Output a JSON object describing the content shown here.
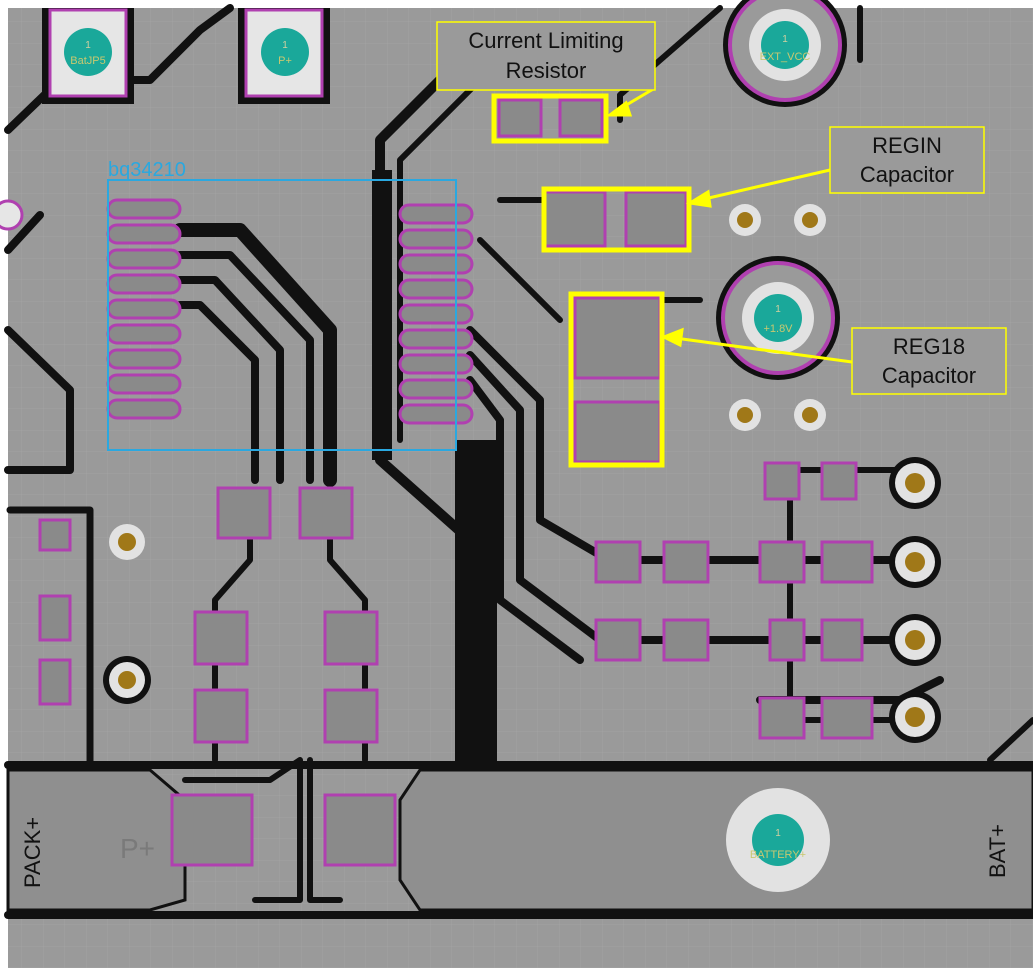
{
  "colors": {
    "board": "#9a9a9a",
    "copper_gap": "#111111",
    "pad": "#8f8f8f",
    "pad_outline": "#b040b0",
    "via_ring": "#e2e2e2",
    "via_hole": "#a07818",
    "testpoint": "#1aa89a",
    "highlight": "#ffff00",
    "ic_outline": "#2aa8e0",
    "trace": "#8f8f8f"
  },
  "ic": {
    "label": "bq34210"
  },
  "callouts": {
    "current_limiting": {
      "line1": "Current Limiting",
      "line2": "Resistor"
    },
    "regin": {
      "line1": "REGIN",
      "line2": "Capacitor"
    },
    "reg18": {
      "line1": "REG18",
      "line2": "Capacitor"
    }
  },
  "testpoints": {
    "tp_jp5": {
      "num": "1",
      "label": "BatJP5"
    },
    "tp_pplus": {
      "num": "1",
      "label": "P+"
    },
    "tp_extvcc": {
      "num": "1",
      "label": "EXT_VCC"
    },
    "tp_1v8": {
      "num": "1",
      "label": "+1.8V"
    },
    "tp_battery": {
      "num": "1",
      "label": "BATTERY+"
    }
  },
  "silkscreen": {
    "p_plus_large": "P+",
    "pack_plus": "PACK+",
    "bat_plus": "BAT+"
  }
}
